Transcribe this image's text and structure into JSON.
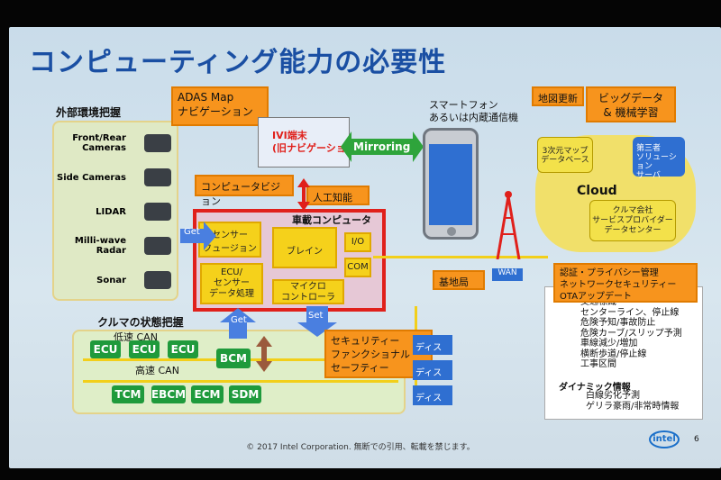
{
  "title": "コンピューティング能力の必要性",
  "external": {
    "heading": "外部環境把握",
    "sensors": [
      "Front/Rear Cameras",
      "Side Cameras",
      "LIDAR",
      "Milli-wave Radar",
      "Sonar"
    ]
  },
  "vehicle_state": {
    "heading": "クルマの状態把握",
    "low_can": "低速 CAN",
    "high_can": "高速 CAN",
    "ecus_top": [
      "ECU",
      "ECU",
      "ECU"
    ],
    "bcm": "BCM",
    "bottom": [
      "TCM",
      "EBCM",
      "ECM",
      "SDM"
    ]
  },
  "callouts": {
    "adas": "ADAS Map\nナビゲーション",
    "vision": "コンピュータビジョン",
    "ai": "人工知能",
    "security": "セキュリティー\nファンクショナル\nセーフティー",
    "auth": "認証・プライバシー管理\nネットワークセキュリティー\nOTAアップデート",
    "map_update": "地図更新",
    "bigdata": "ビッグデータ\n& 機械学習",
    "base": "基地局"
  },
  "ivi": {
    "label": "IVI端末\n(旧ナビゲーション)"
  },
  "mirroring": "Mirroring",
  "phone_label": "スマートフォン\nあるいは内蔵通信機",
  "computer": {
    "title": "車載コンピュータ",
    "sensor_fusion": "センサー\nフュージョン",
    "brain": "ブレイン",
    "io": "I/O",
    "com": "COM",
    "ecu_sensor": "ECU/\nセンサー\nデータ処理",
    "micro": "マイクロ\nコントローラ",
    "get_side": "Get",
    "get_bottom": "Get",
    "set": "Set"
  },
  "wan": "WAN",
  "cloud": {
    "label": "Cloud",
    "map_db": "3次元マップ\nデータベース",
    "third": "第三者\nソリューション\nサーバ",
    "center": "クルマ会社\nサービスプロバイダー\nデータセンター"
  },
  "traffic": {
    "items": "交通標識\nセンターライン、停止線\n危険予知/事故防止\n危険カーブ/スリップ予測\n車線減少/増加\n横断歩道/停止線\n工事区間",
    "dynamic_heading": "ダイナミック情報",
    "dynamic_items": "白線劣化予測\nゲリラ豪雨/非常時情報"
  },
  "displays": [
    "ディスプレイ",
    "ディスプレイ",
    "ディスプレイ"
  ],
  "logo": "intel",
  "page": "6",
  "footer": "© 2017 Intel Corporation. 無断での引用、転載を禁じます。",
  "colors": {
    "title": "#1a4fa3",
    "orange": "#f7941d",
    "yellow": "#f5d11b",
    "green": "#1f9a3c",
    "red": "#e0201b"
  }
}
